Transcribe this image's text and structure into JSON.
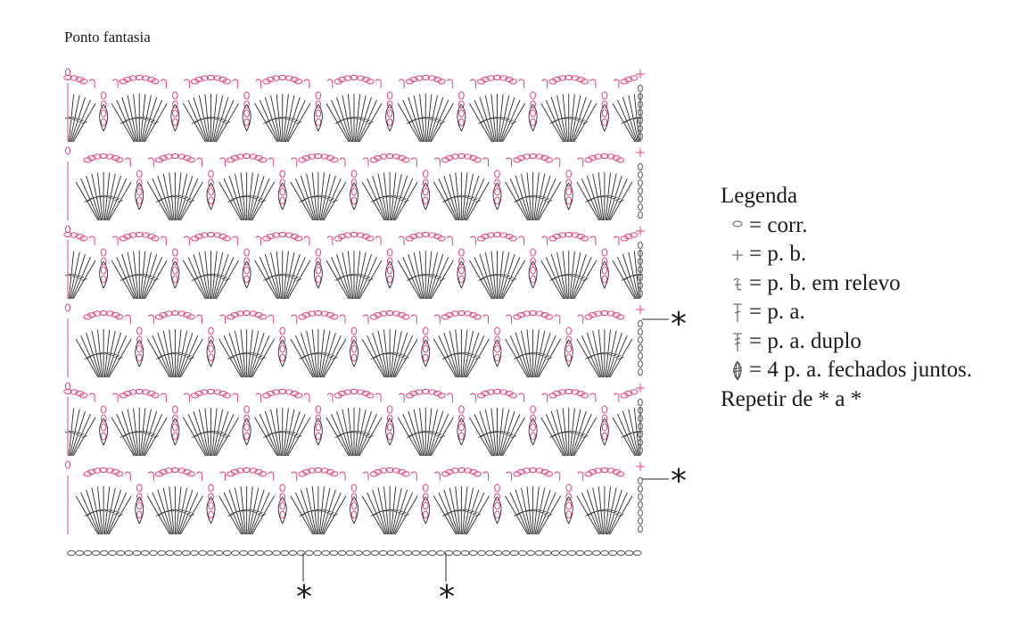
{
  "title": "Ponto fantasia",
  "colors": {
    "pink": "#e8407a",
    "ink": "#2a2a2a"
  },
  "legend": {
    "heading": "Legenda",
    "items": [
      {
        "icon": "chain-oval-icon",
        "text": "= corr."
      },
      {
        "icon": "single-crochet-cross-icon",
        "text": "= p. b."
      },
      {
        "icon": "relief-single-crochet-icon",
        "text": "= p. b. em relevo"
      },
      {
        "icon": "double-crochet-icon",
        "text": "= p. a."
      },
      {
        "icon": "treble-crochet-icon",
        "text": "= p. a. duplo"
      },
      {
        "icon": "cluster-4dc-icon",
        "text": "= 4 p. a. fechados juntos."
      }
    ],
    "repeat": "Repetir de * a *"
  },
  "markers": {
    "star": "*"
  }
}
